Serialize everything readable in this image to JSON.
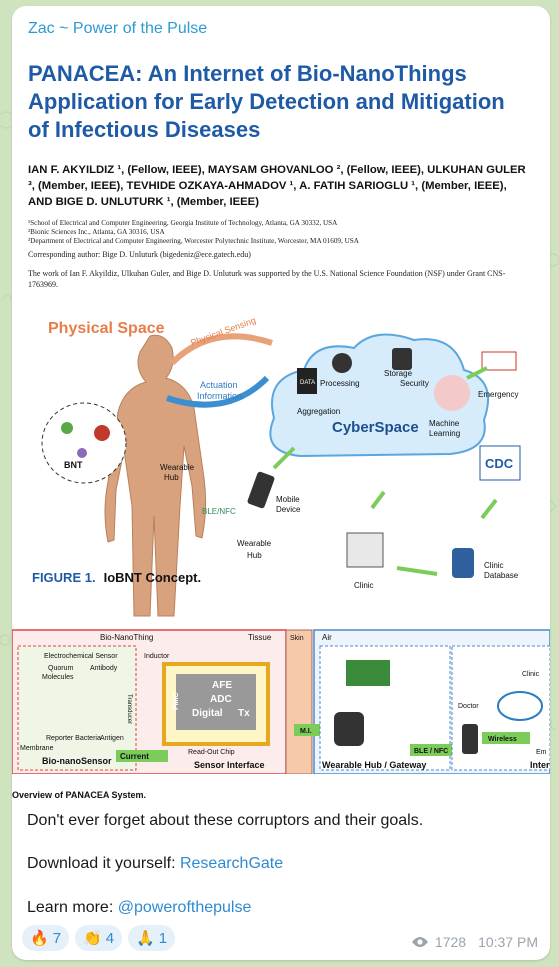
{
  "post": {
    "author": "Zac ~ Power of the Pulse",
    "paper": {
      "title": "PANACEA: An Internet of Bio-NanoThings Application for Early Detection and Mitigation of Infectious Diseases",
      "authors": "IAN F. AKYILDIZ ¹, (Fellow, IEEE), MAYSAM GHOVANLOO ², (Fellow, IEEE), ULKUHAN GULER ³, (Member, IEEE), TEVHIDE OZKAYA-AHMADOV ¹, A. FATIH SARIOGLU ¹, (Member, IEEE), AND BIGE D. UNLUTURK ¹, (Member, IEEE)",
      "affiliations": [
        "¹School of Electrical and Computer Engineering, Georgia Institute of Technology, Atlanta, GA 30332, USA",
        "²Bionic Sciences Inc., Atlanta, GA 30316, USA",
        "³Department of Electrical and Computer Engineering, Worcester Polytechnic Institute, Worcester, MA 01609, USA"
      ],
      "corresponding": "Corresponding author: Bige D. Unluturk (bigedeniz@ece.gatech.edu)",
      "funding": "The work of Ian F. Akyildiz, Ulkuhan Guler, and Bige D. Unluturk was supported by the U.S. National Science Foundation (NSF) under Grant CNS-1763969."
    },
    "figure1": {
      "labels": {
        "physical_space": "Physical Space",
        "physical_sensing": "Physical Sensing",
        "actuation": "Actuation",
        "information": "Information",
        "cyber_space": "CyberSpace",
        "processing": "Processing",
        "storage": "Storage",
        "security": "Security",
        "aggregation": "Aggregation",
        "data": "DATA",
        "machine": "Machine",
        "learning": "Learning",
        "emergency": "Emergency",
        "cdc": "CDC",
        "bnt": "BNT",
        "wearable_hub": "Wearable",
        "hub": "Hub",
        "mobile": "Mobile",
        "device": "Device",
        "ble_nfc": "BLE/NFC",
        "clinic": "Clinic",
        "clinic_db_1": "Clinic",
        "clinic_db_2": "Database"
      },
      "caption_num": "FIGURE 1.",
      "caption_text": "IoBNT Concept."
    },
    "figure2": {
      "labels": {
        "bio_nanothing": "Bio-NanoThing",
        "tissue": "Tissue",
        "skin": "Skin",
        "air": "Air",
        "electrochemical": "Electrochemical Sensor",
        "quorum": "Quorum",
        "molecules": "Molecules",
        "antibody": "Antibody",
        "transducer": "Transducer",
        "reporter": "Reporter Bacteria",
        "antigen": "Antigen",
        "membrane": "Membrane",
        "bio_nanosensor": "Bio-nanoSensor",
        "current": "Current",
        "inductor": "Inductor",
        "pmic": "PMIC",
        "afe": "AFE",
        "adc": "ADC",
        "digital": "Digital",
        "tx": "Tx",
        "readout": "Read-Out Chip",
        "sensor_interface": "Sensor Interface",
        "mi": "M.I.",
        "wearable_gateway": "Wearable Hub / Gateway",
        "ble_nfc": "BLE / NFC",
        "doctor": "Doctor",
        "clinic": "Clinic",
        "wireless": "Wireless",
        "em": "Em",
        "inter": "Inter"
      },
      "caption": "Overview of PANACEA System."
    },
    "text_lines": {
      "line1": "Don't ever forget about these corruptors and their goals.",
      "line2_prefix": "Download it yourself: ",
      "line2_link": "ResearchGate",
      "line3_prefix": "Learn more: ",
      "line3_link": "@powerofthepulse"
    },
    "reactions": [
      {
        "emoji": "🔥",
        "count": "7"
      },
      {
        "emoji": "👏",
        "count": "4"
      },
      {
        "emoji": "🙏",
        "count": "1"
      }
    ],
    "views": "1728",
    "time": "10:37 PM"
  },
  "colors": {
    "background": "#cfe3bf",
    "author": "#2e9bd3",
    "title": "#1f5aa6",
    "link": "#2f8bd0",
    "physical_space": "#e67e4a",
    "cyber_cloud": "#d6ecfb"
  }
}
